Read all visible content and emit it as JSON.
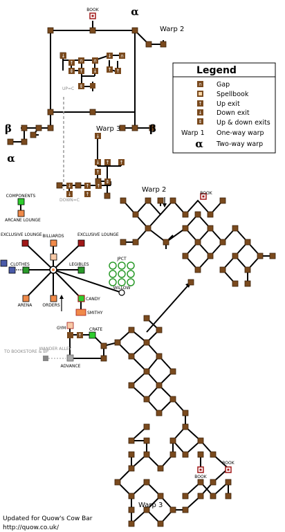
{
  "labels": {
    "book": "BOOK",
    "alpha": "α",
    "beta": "β",
    "warp2": "Warp 2",
    "warp3": "Warp 3",
    "up_c": "UP=C",
    "down_c": "DOWN=C",
    "components": "COMPONENTS",
    "arcane_lounge": "ARCANE LOUNGE",
    "exclusive_lounge": "EXCLUSIVE LOUNGE",
    "billiards": "BILLIARDS",
    "clothes": "CLOTHES",
    "legibles": "LEGIBLES",
    "jpct": "JPCT",
    "willow": "WILLOW",
    "arena": "ARENA",
    "orders": "ORDERS",
    "candy": "CANDY",
    "smithy": "SMITHY",
    "gym": "GYM",
    "crate": "CRATE",
    "to_bookstore": "TO BOOKSTORE & BP",
    "wander_alley": "WANDER ALLEY",
    "advance": "ADVANCE"
  },
  "legend": {
    "title": "Legend",
    "items": [
      {
        "icon": "gap",
        "text": "Gap"
      },
      {
        "icon": "spellbook",
        "text": "Spellbook"
      },
      {
        "icon": "up-exit",
        "text": "Up exit"
      },
      {
        "icon": "down-exit",
        "text": "Down exit"
      },
      {
        "icon": "up-down-exit",
        "text": "Up & down exits"
      },
      {
        "icon": "one-way",
        "symbol": "Warp 1",
        "text": "One-way warp"
      },
      {
        "icon": "two-way",
        "symbol": "α",
        "text": "Two-way warp"
      }
    ]
  },
  "footer": {
    "line1": "Updated for Quow's Cow Bar",
    "line2": "http://quow.co.uk/"
  },
  "colors": {
    "room": "#7a4a1e",
    "edge": "#000000",
    "shop_red": "#a01818",
    "shop_orange": "#f08a4a",
    "shop_green": "#2ecc2e",
    "shop_blue": "#4a5aa8",
    "jpct_green": "#2a9a2a",
    "dashed_grey": "#9a9a9a"
  }
}
